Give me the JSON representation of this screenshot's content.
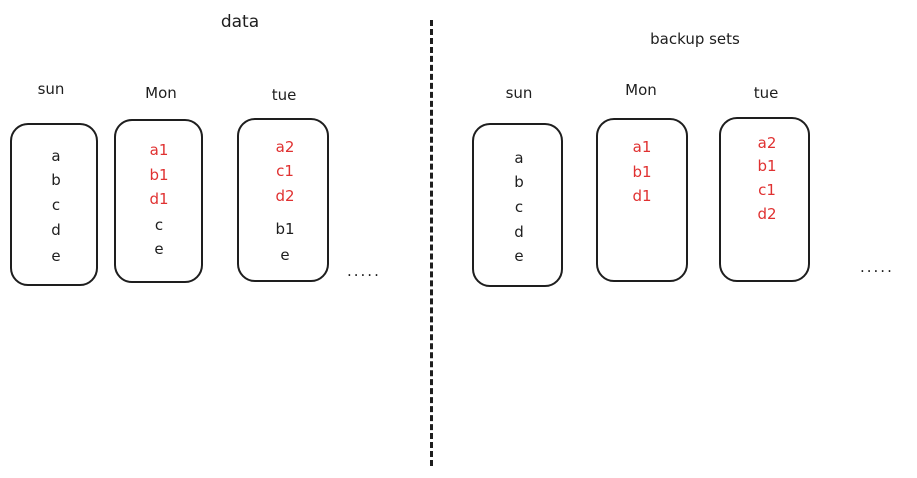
{
  "data_panel": {
    "title": "data",
    "more": ".....",
    "days": [
      {
        "label": "sun",
        "entries": [
          {
            "text": "a",
            "changed": false
          },
          {
            "text": "b",
            "changed": false
          },
          {
            "text": "c",
            "changed": false
          },
          {
            "text": "d",
            "changed": false
          },
          {
            "text": "e",
            "changed": false
          }
        ]
      },
      {
        "label": "Mon",
        "entries": [
          {
            "text": "a1",
            "changed": true
          },
          {
            "text": "b1",
            "changed": true
          },
          {
            "text": "d1",
            "changed": true
          },
          {
            "text": "c",
            "changed": false
          },
          {
            "text": "e",
            "changed": false
          }
        ]
      },
      {
        "label": "tue",
        "entries": [
          {
            "text": "a2",
            "changed": true
          },
          {
            "text": "c1",
            "changed": true
          },
          {
            "text": "d2",
            "changed": true
          },
          {
            "text": "b1",
            "changed": false
          },
          {
            "text": "e",
            "changed": false
          }
        ]
      }
    ]
  },
  "backup_panel": {
    "title": "backup sets",
    "more": ".....",
    "days": [
      {
        "label": "sun",
        "entries": [
          {
            "text": "a",
            "changed": false
          },
          {
            "text": "b",
            "changed": false
          },
          {
            "text": "c",
            "changed": false
          },
          {
            "text": "d",
            "changed": false
          },
          {
            "text": "e",
            "changed": false
          }
        ]
      },
      {
        "label": "Mon",
        "entries": [
          {
            "text": "a1",
            "changed": true
          },
          {
            "text": "b1",
            "changed": true
          },
          {
            "text": "d1",
            "changed": true
          }
        ]
      },
      {
        "label": "tue",
        "entries": [
          {
            "text": "a2",
            "changed": true
          },
          {
            "text": "b1",
            "changed": true
          },
          {
            "text": "c1",
            "changed": true
          },
          {
            "text": "d2",
            "changed": true
          }
        ]
      }
    ]
  },
  "colors": {
    "changed": "#e03131",
    "base": "#1e1e1e"
  }
}
